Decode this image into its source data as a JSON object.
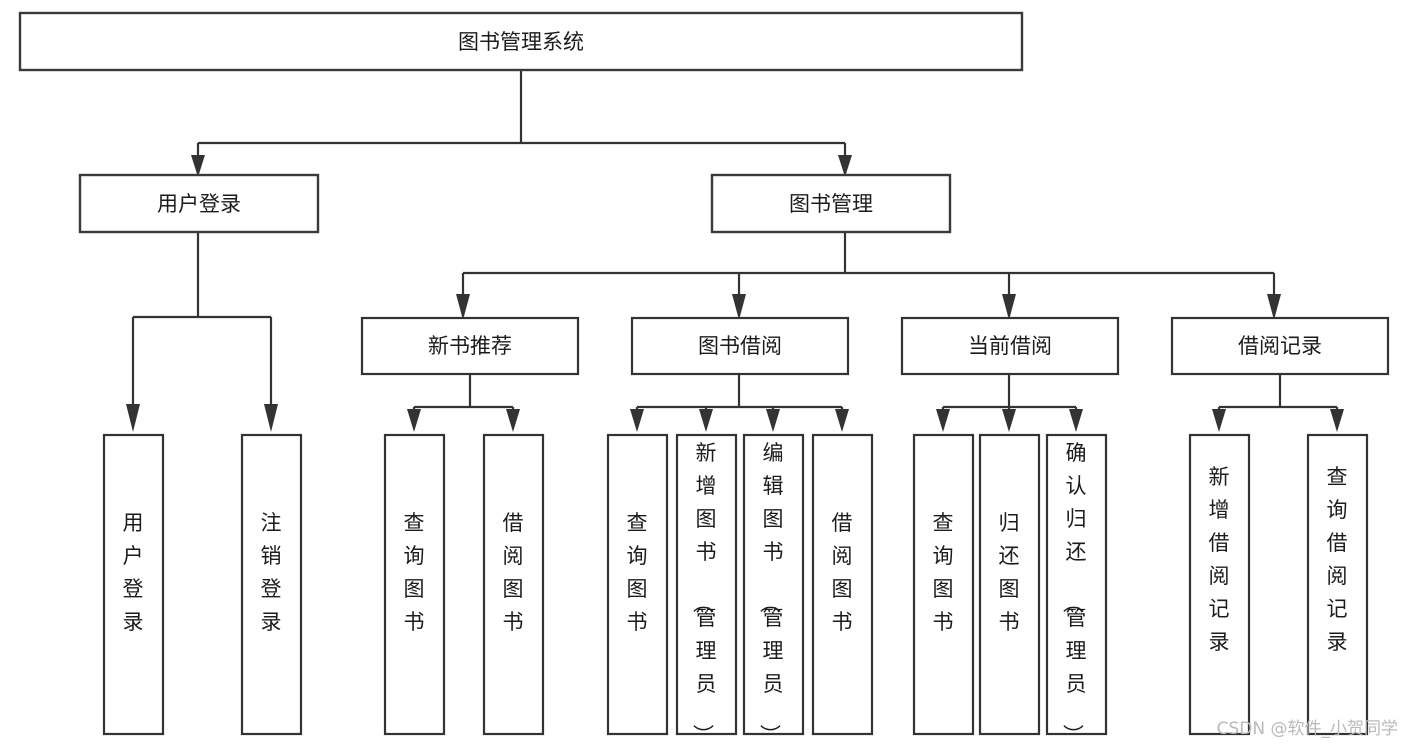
{
  "diagram": {
    "title": "图书管理系统",
    "type": "tree-hierarchy",
    "watermark": "CSDN @软件_小贺同学",
    "root": {
      "id": "root",
      "label": "图书管理系统"
    },
    "level1": [
      {
        "id": "user-login",
        "label": "用户登录"
      },
      {
        "id": "book-management",
        "label": "图书管理"
      }
    ],
    "level2": [
      {
        "id": "new-book-recommend",
        "label": "新书推荐",
        "parent": "book-management"
      },
      {
        "id": "book-borrow",
        "label": "图书借阅",
        "parent": "book-management"
      },
      {
        "id": "current-borrow",
        "label": "当前借阅",
        "parent": "book-management"
      },
      {
        "id": "borrow-record",
        "label": "借阅记录",
        "parent": "book-management"
      }
    ],
    "leaves": [
      {
        "id": "leaf-user-login",
        "label": "用户登录",
        "parent": "user-login"
      },
      {
        "id": "leaf-logout-login",
        "label": "注销登录",
        "parent": "user-login"
      },
      {
        "id": "leaf-query-book-1",
        "label": "查询图书",
        "parent": "new-book-recommend"
      },
      {
        "id": "leaf-borrow-book-1",
        "label": "借阅图书",
        "parent": "new-book-recommend"
      },
      {
        "id": "leaf-query-book-2",
        "label": "查询图书",
        "parent": "book-borrow"
      },
      {
        "id": "leaf-add-book",
        "label": "新增图书（管理员）",
        "parent": "book-borrow"
      },
      {
        "id": "leaf-edit-book",
        "label": "编辑图书（管理员）",
        "parent": "book-borrow"
      },
      {
        "id": "leaf-borrow-book-2",
        "label": "借阅图书",
        "parent": "book-borrow"
      },
      {
        "id": "leaf-query-book-3",
        "label": "查询图书",
        "parent": "current-borrow"
      },
      {
        "id": "leaf-return-book",
        "label": "归还图书",
        "parent": "current-borrow"
      },
      {
        "id": "leaf-confirm-return",
        "label": "确认归还（管理员）",
        "parent": "current-borrow"
      },
      {
        "id": "leaf-add-record",
        "label": "新增借阅记录",
        "parent": "borrow-record"
      },
      {
        "id": "leaf-query-record",
        "label": "查询借阅记录",
        "parent": "borrow-record"
      }
    ],
    "colors": {
      "box_stroke": "#333333",
      "box_fill": "#ffffff",
      "text": "#1c1c1c",
      "edge": "#333333",
      "background": "#ffffff",
      "watermark": "#b9b9b9"
    }
  }
}
